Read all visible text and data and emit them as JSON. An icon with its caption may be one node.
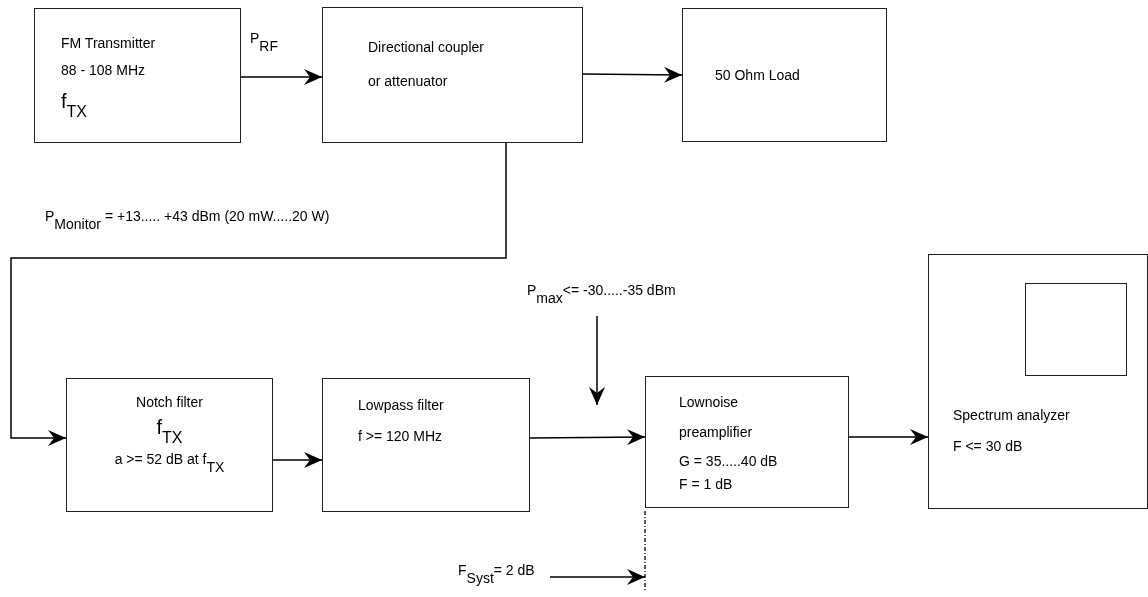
{
  "diagram": {
    "nodes": [
      {
        "text": [
          "FM Transmitter",
          "88 - 108 MHz",
          "f$_{TX}$"
        ]
      },
      {
        "text": [
          "Directional coupler or attenuator"
        ]
      },
      {
        "text": [
          "50 Ohm Load"
        ]
      },
      {
        "text": [
          "Notch filter",
          "f$_{TX}$",
          "a >= 52 dB at f$_{TX}$"
        ]
      },
      {
        "text": [
          "Lowpass filter",
          "f >= 120 MHz"
        ]
      },
      {
        "text": [
          "Lownoise preamplifier",
          "G = 35.....40 dB",
          "F = 1 dB"
        ]
      },
      {
        "text": [
          "Spectrum analyzer",
          "F <= 30 dB"
        ]
      },
      {
        "text": [],
        "shape": "box",
        "in": 6
      },
      {
        "text": [
          "P$_{max}$<= -30.....-35 dBm"
        ]
      },
      {
        "text": [
          "F$_{Syst}$= 2 dB"
        ]
      }
    ],
    "edges": [
      {
        "from": 0,
        "to": 1,
        "arrow": "to",
        "label": "P$_{RF}$"
      },
      {
        "from": 1,
        "to": 2,
        "arrow": "to"
      },
      {
        "from": 1,
        "to": 3,
        "arrow": "to",
        "label": "P$_{Monitor}$ = +13..... +43 dBm (20 mW.....20 W)"
      },
      {
        "from": 3,
        "to": 4,
        "arrow": "to"
      },
      {
        "from": 4,
        "to": 5,
        "arrow": "to"
      },
      {
        "from": 5,
        "to": 6,
        "arrow": "to"
      },
      {
        "from": 8,
        "to": null,
        "arrow": "to"
      },
      {
        "from": 9,
        "to": null,
        "arrow": "to"
      }
    ]
  }
}
